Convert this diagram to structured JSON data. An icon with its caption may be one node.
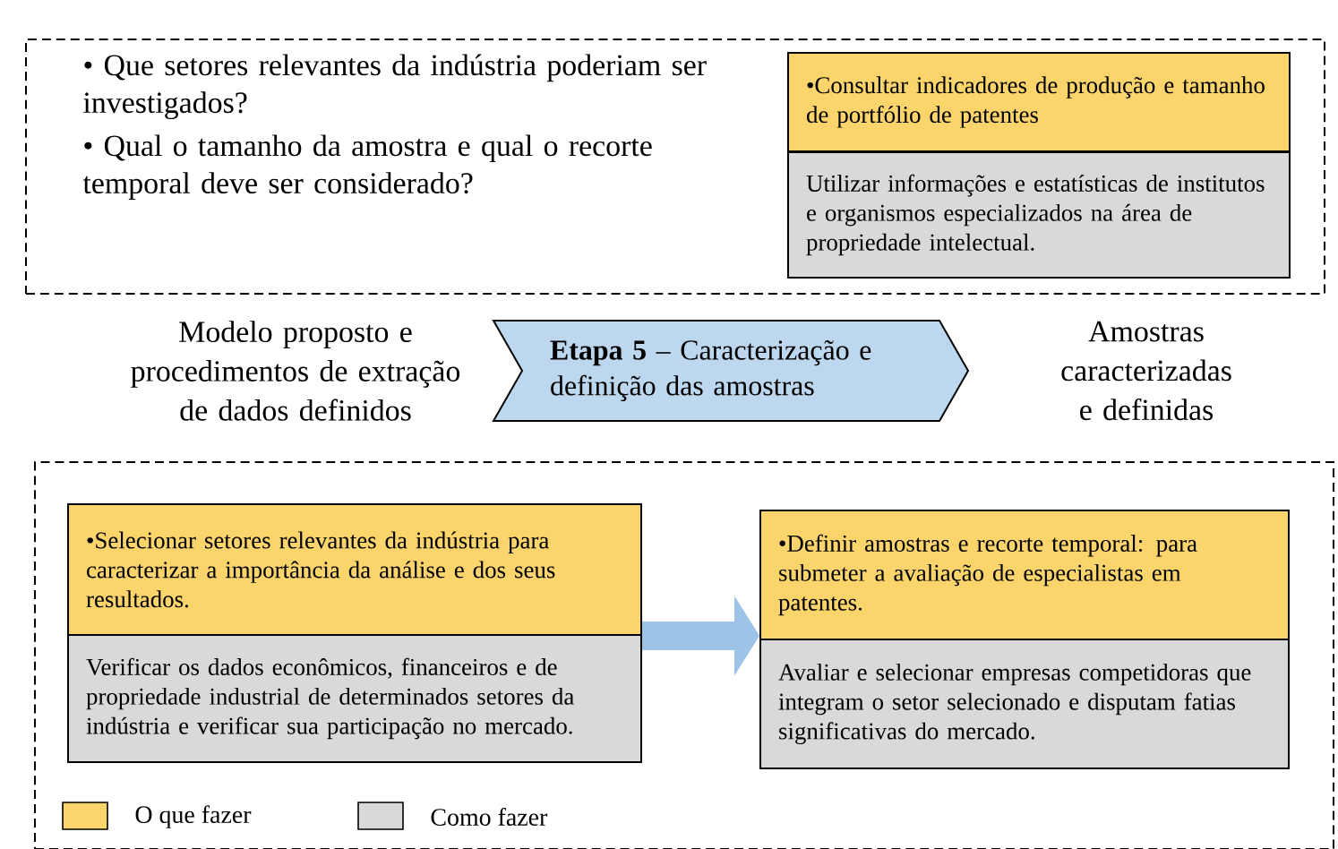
{
  "diagram": {
    "nodes": [
      {
        "text": [
          "• Que setores relevantes da indústria poderiam ser investigados?",
          "• Qual o tamanho da amostra e qual o recorte temporal deve ser considerado?"
        ]
      },
      {
        "text": [
          "•Consultar indicadores de produção e tamanho de portfólio de patentes"
        ],
        "in": 0
      },
      {
        "text": [
          "Utilizar informações e estatísticas de institutos e organismos especializados na área de propriedade intelectual."
        ],
        "in": 0
      },
      {
        "text": [
          "**Etapa 5** – Caracterização e definição das amostras"
        ]
      },
      {
        "text": [],
        "shape": "box"
      },
      {
        "text": [
          "•Selecionar setores relevantes da indústria para caracterizar a importância da análise e dos seus resultados."
        ],
        "in": 4
      },
      {
        "text": [
          "Verificar os dados econômicos, financeiros e de propriedade industrial de determinados setores da indústria e verificar sua participação no mercado."
        ],
        "in": 4
      },
      {
        "text": [
          "•Definir amostras e recorte temporal: para submeter a avaliação de especialistas em patentes."
        ],
        "in": 4
      },
      {
        "text": [
          "Avaliar e selecionar empresas competidoras que integram o setor selecionado e disputam fatias significativas do mercado."
        ],
        "in": 4
      }
    ],
    "edges": [
      {
        "from": 5,
        "to": 7,
        "arrow": "to",
        "color": "#9dc3e6"
      }
    ],
    "labels": [
      "Modelo proposto e procedimentos de extração de dados definidos",
      "Amostras caracterizadas e definidas"
    ],
    "legend": [
      {
        "text": "O que fazer",
        "color": "#fcd46c"
      },
      {
        "text": "Como fazer",
        "color": "#d9d9d9"
      }
    ]
  }
}
